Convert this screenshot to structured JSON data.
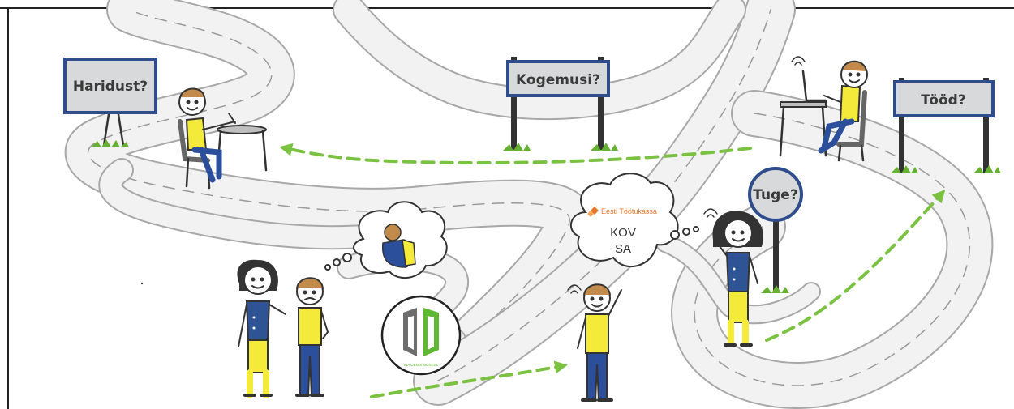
{
  "signs": {
    "haridust": "Haridust?",
    "kogemusi": "Kogemusi?",
    "tood": "Tööd?",
    "tuge": "Tuge?"
  },
  "thought_bubble": {
    "brand": "Eesti Töötukassa",
    "line1": "KOV",
    "line2": "SA"
  },
  "logo": {
    "caption": "INA DENIS MUNTEZ"
  },
  "colors": {
    "road": "#f2f2f2",
    "road_edge": "#a8a8a8",
    "sign_fill": "#d7d9da",
    "sign_border": "#2f4d8a",
    "arrow": "#7cc242",
    "shirt_yellow": "#f3ea3a",
    "vest_blue": "#2f5496",
    "pants_blue": "#2c4f9c",
    "logo_green": "#5fb832",
    "brand_orange": "#e8782c"
  }
}
